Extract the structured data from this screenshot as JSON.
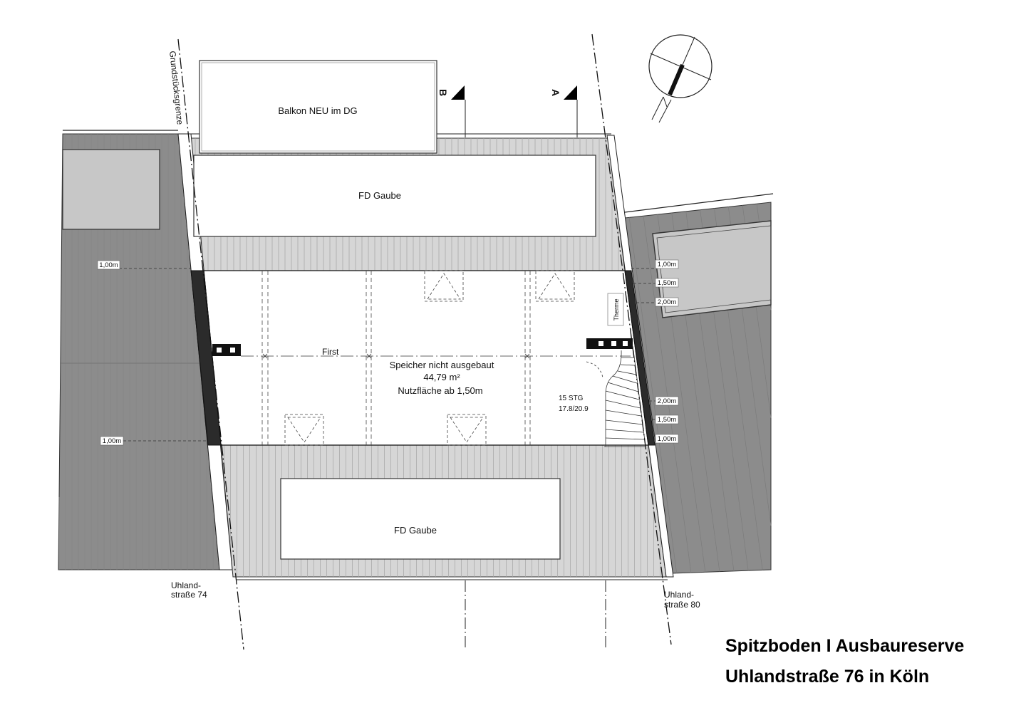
{
  "drawing": {
    "property_line_label": "Grundstücksgrenze",
    "balcony_label": "Balkon NEU im DG",
    "dormer_top_label": "FD Gaube",
    "dormer_bottom_label": "FD Gaube",
    "ridge_label": "First",
    "room": {
      "name": "Speicher nicht ausgebaut",
      "area": "44,79 m²",
      "usable_note": "Nutzfläche ab 1,50m"
    },
    "stairs": {
      "steps": "15 STG",
      "rise_run": "17.8/20.9"
    },
    "boiler_label": "Therme",
    "section_markers": {
      "a": "A",
      "b": "B"
    },
    "dimensions": {
      "left_top": "1,00m",
      "left_bottom": "1,00m",
      "right_top": [
        "1,00m",
        "1,50m",
        "2,00m"
      ],
      "right_bottom": [
        "2,00m",
        "1,50m",
        "1,00m"
      ]
    },
    "neighbors": {
      "left": {
        "line1": "Uhland-",
        "line2": "straße 74"
      },
      "right": {
        "line1": "Uhland-",
        "line2": "straße 80"
      }
    }
  },
  "title": {
    "line1": "Spitzboden I Ausbaureserve",
    "line2": "Uhlandstraße 76 in Köln"
  },
  "colors": {
    "neighbor_roof": "#8c8c8c",
    "roof": "#d6d6d6",
    "skylight": "#c7c7c7",
    "party_wall": "#2b2b2b"
  }
}
